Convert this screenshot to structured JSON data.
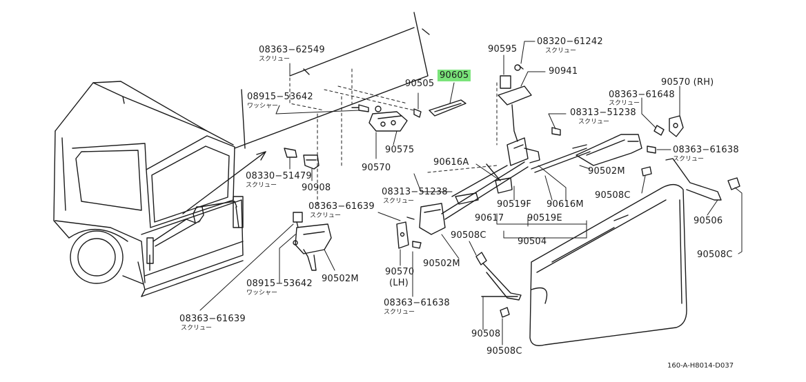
{
  "diagram": {
    "code": "160-A-H8014-D037",
    "highlight_color": "#7ae37a",
    "parts": {
      "p90605": "90605",
      "p90595": "90595",
      "p08320_61242": "08320−61242",
      "p08320_61242_sub": "スクリュー",
      "p90941": "90941",
      "p90570rh": "90570 (RH)",
      "p08363_61648": "08363−61648",
      "p08363_61648_sub": "スクリュー",
      "p08363_62549": "08363−62549",
      "p08363_62549_sub": "スクリュー",
      "p90505": "90505",
      "p08915_53642_top": "08915−53642",
      "p08915_53642_top_sub": "ワッシャー",
      "p08313_51238_top": "08313−51238",
      "p08313_51238_top_sub": "スクリュー",
      "p08363_61638_right": "08363−61638",
      "p08363_61638_right_sub": "スクリュー",
      "p90575": "90575",
      "p90570": "90570",
      "p90616a": "90616A",
      "p90502m_right": "90502M",
      "p08330_51479": "08330−51479",
      "p08330_51479_sub": "スクリュー",
      "p90908": "90908",
      "p08313_51238_mid": "08313−51238",
      "p08313_51238_mid_sub": "スクリュー",
      "p90508c_right": "90508C",
      "p90519f": "90519F",
      "p90616m": "90616M",
      "p90617": "90617",
      "p90519e": "90519E",
      "p90506": "90506",
      "p08363_61639_mid": "08363−61639",
      "p08363_61639_mid_sub": "スクリュー",
      "p90508c_mid": "90508C",
      "p90504": "90504",
      "p90508c_far": "90508C",
      "p90570lh_a": "90570",
      "p90570lh_b": "(LH)",
      "p90502m_mid": "90502M",
      "p90502m_left": "90502M",
      "p08915_53642_bot": "08915−53642",
      "p08915_53642_bot_sub": "ワッシャー",
      "p08363_61638_bot": "08363−61638",
      "p08363_61638_bot_sub": "スクリュー",
      "p08363_61639_bot": "08363−61639",
      "p08363_61639_bot_sub": "スクリュー",
      "p90508": "90508",
      "p90508c_bot": "90508C"
    }
  }
}
